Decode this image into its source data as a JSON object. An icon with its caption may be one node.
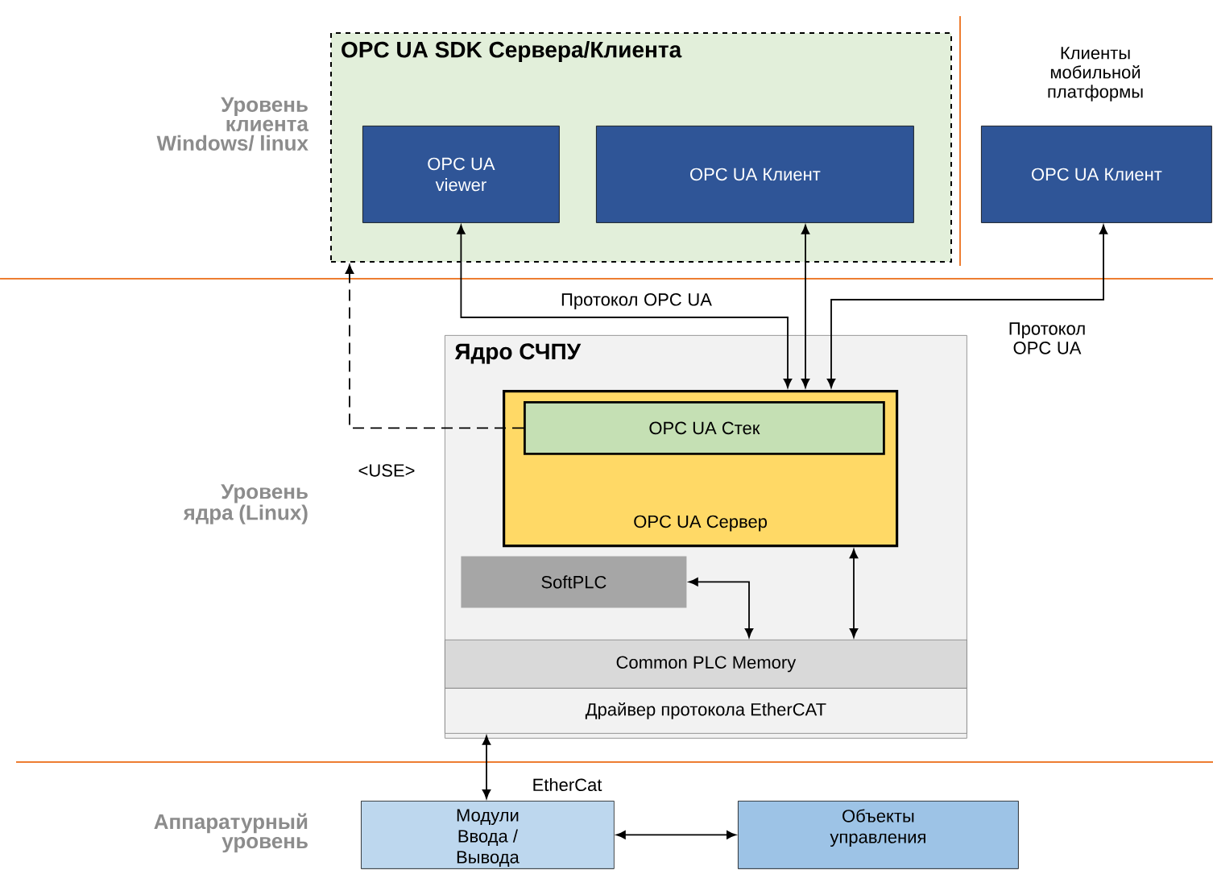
{
  "diagram": {
    "nodes": [
      {
        "text": [
          "OPC UA SDK Сервера/Клиента"
        ]
      },
      {
        "text": [
          "OPC UA viewer"
        ],
        "in": 0
      },
      {
        "text": [
          "OPC UA Клиент"
        ],
        "in": 0
      },
      {
        "text": [
          "OPC UA Клиент"
        ],
        "beside": [
          "Клиенты мобильной платформы"
        ]
      },
      {
        "text": [
          "Ядро СЧПУ"
        ]
      },
      {
        "text": [
          "OPC UA Сервер"
        ],
        "in": 4
      },
      {
        "text": [
          "OPC UA Стек"
        ],
        "in": 5
      },
      {
        "text": [
          "SoftPLC"
        ],
        "in": 4
      },
      {
        "text": [
          "Common PLC Memory"
        ],
        "in": 4
      },
      {
        "text": [
          "Драйвер протокола EtherCAT"
        ],
        "in": 4
      },
      {
        "text": [
          "Модули Ввода / Вывода"
        ]
      },
      {
        "text": [
          "Объекты управления"
        ]
      }
    ],
    "edges": [
      {
        "from": 1,
        "to": 5,
        "arrow": "both",
        "label": "Протокол OPC UA"
      },
      {
        "from": 2,
        "to": 5,
        "arrow": "both"
      },
      {
        "from": 3,
        "to": 5,
        "arrow": "both",
        "label": "Протокол OPC UA"
      },
      {
        "from": 6,
        "to": 0,
        "arrow": "to",
        "style": "dashed",
        "label": "<USE>"
      },
      {
        "from": 7,
        "to": 8,
        "arrow": "both"
      },
      {
        "from": 5,
        "to": 8,
        "arrow": "both"
      },
      {
        "from": 9,
        "to": 10,
        "arrow": "both",
        "label": "EtherCat"
      },
      {
        "from": 10,
        "to": 11,
        "arrow": "both"
      }
    ],
    "labels": [
      "Уровень клиента Windows/ linux",
      "Уровень ядра (Linux)",
      "Аппаратурный уровень"
    ]
  }
}
